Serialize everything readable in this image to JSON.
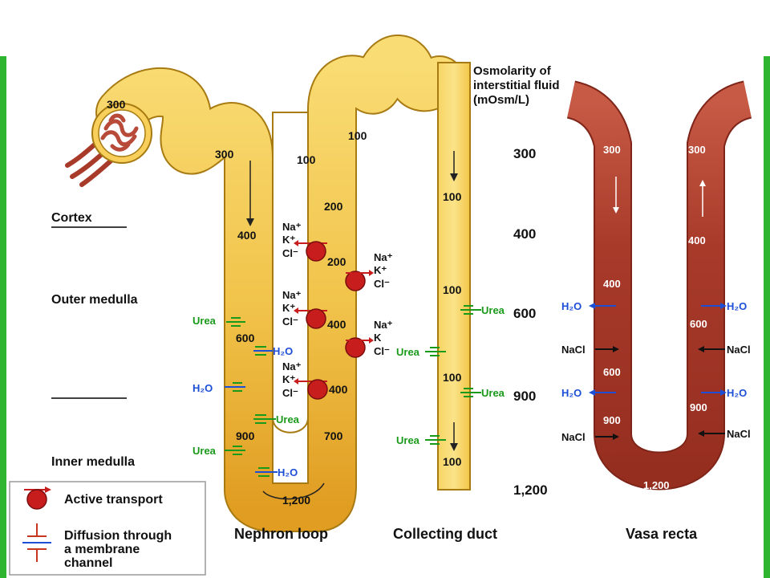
{
  "colors": {
    "frame_green": "#2fb52f",
    "nephron_fill": "#f7cf5a",
    "nephron_dark": "#e3a928",
    "nephron_stroke": "#a77a12",
    "vasa_fill": "#a83a2a",
    "vasa_dark": "#7e2418",
    "active_red": "#c81d1d",
    "water_blue": "#1c4fd6",
    "urea_green": "#1a9a1a"
  },
  "zones": {
    "cortex": "Cortex",
    "outer": "Outer medulla",
    "inner": "Inner medulla"
  },
  "osmolarity": {
    "title": [
      "Osmolarity of",
      "interstitial fluid",
      "(mOsm/L)"
    ],
    "values": [
      "300",
      "400",
      "600",
      "900",
      "1,200"
    ]
  },
  "nephron": {
    "glomerulus": "300",
    "desc": [
      "300",
      "400",
      "600",
      "900",
      "1,200"
    ],
    "asc": [
      "700",
      "400",
      "400",
      "200",
      "200",
      "100",
      "100"
    ],
    "ions": {
      "na": "Na⁺",
      "k": "K⁺",
      "k_plain": "K",
      "cl": "Cl⁻"
    },
    "urea": "Urea",
    "h2o": "H₂O"
  },
  "collecting": {
    "values": [
      "100",
      "100",
      "100",
      "100"
    ]
  },
  "vasa": {
    "left": [
      "300",
      "400",
      "600",
      "900"
    ],
    "right": [
      "300",
      "400",
      "600",
      "900"
    ],
    "bottom": "1,200",
    "h2o": "H₂O",
    "nacl": "NaCl"
  },
  "legend": {
    "active": "Active transport",
    "diffusion": [
      "Diffusion through",
      "a membrane",
      "channel"
    ]
  },
  "captions": {
    "loop": "Nephron loop",
    "duct": "Collecting duct",
    "vasa": "Vasa recta"
  }
}
